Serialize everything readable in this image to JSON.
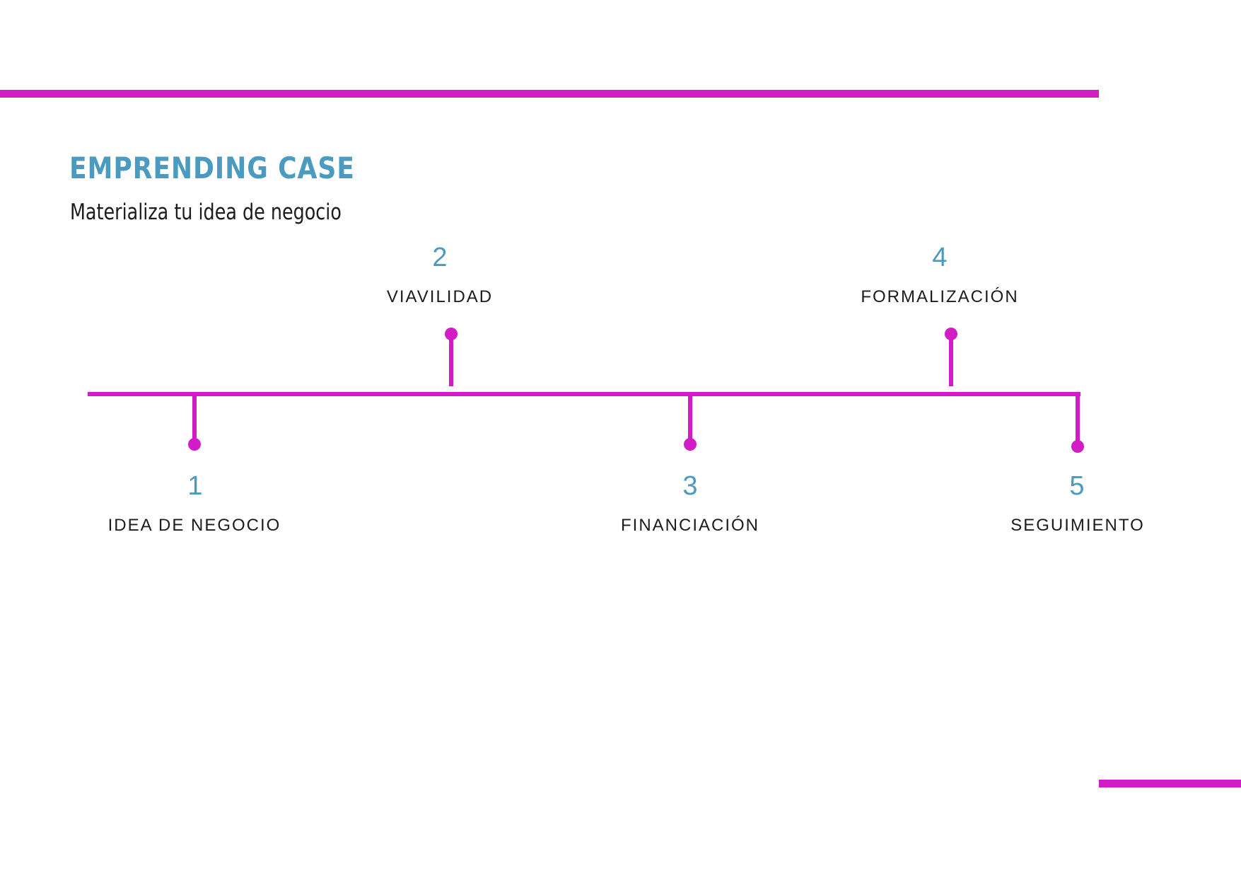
{
  "header": {
    "title": "EMPRENDING CASE",
    "subtitle": "Materializa tu idea de negocio"
  },
  "colors": {
    "accent": "#d21cc6",
    "number": "#4a9bbf",
    "text": "#1c1c1c"
  },
  "steps": [
    {
      "number": "1",
      "label": "IDEA DE NEGOCIO"
    },
    {
      "number": "2",
      "label": "VIAVILIDAD"
    },
    {
      "number": "3",
      "label": "FINANCIACIÓN"
    },
    {
      "number": "4",
      "label": "FORMALIZACIÓN"
    },
    {
      "number": "5",
      "label": "SEGUIMIENTO"
    }
  ]
}
